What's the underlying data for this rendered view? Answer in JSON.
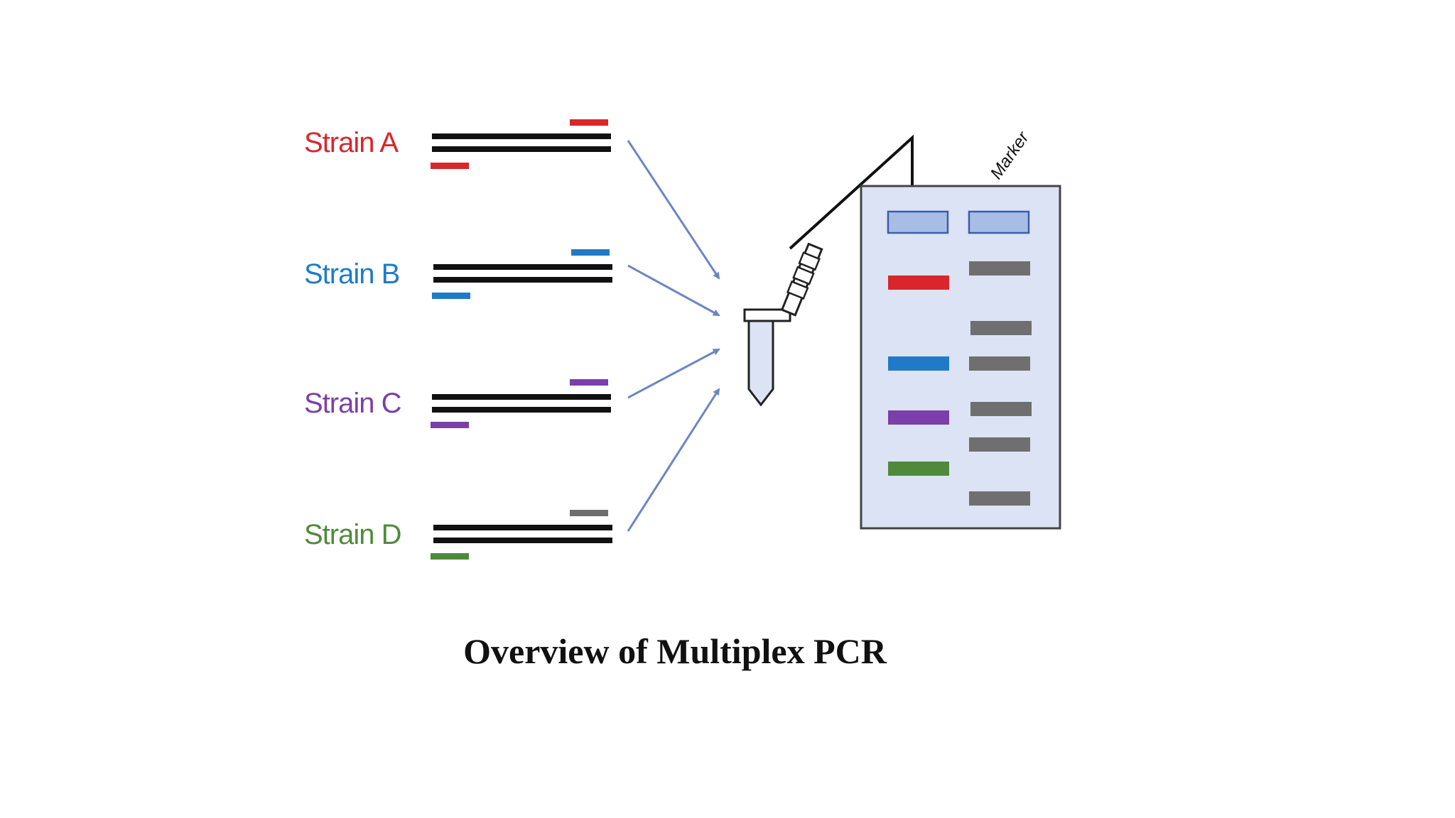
{
  "strains": [
    {
      "label": "Strain A",
      "color": "#d9262b"
    },
    {
      "label": "Strain B",
      "color": "#1f7bc6"
    },
    {
      "label": "Strain C",
      "color": "#7b3fa8"
    },
    {
      "label": "Strain D",
      "color": "#4f8a3c"
    }
  ],
  "gel": {
    "marker_label": "Marker",
    "well_color": "#a8bde6",
    "background_color": "#dbe3f4",
    "marker_band_color": "#6f6f6f",
    "sample_lane_bands": [
      {
        "strain": "Strain A",
        "color": "#d9262b"
      },
      {
        "strain": "Strain B",
        "color": "#1f7bc6"
      },
      {
        "strain": "Strain C",
        "color": "#7b3fa8"
      },
      {
        "strain": "Strain D",
        "color": "#4f8a3c"
      }
    ],
    "marker_band_count": 6
  },
  "arrow_color": "#6b86c1",
  "caption": "Overview of Multiplex PCR"
}
